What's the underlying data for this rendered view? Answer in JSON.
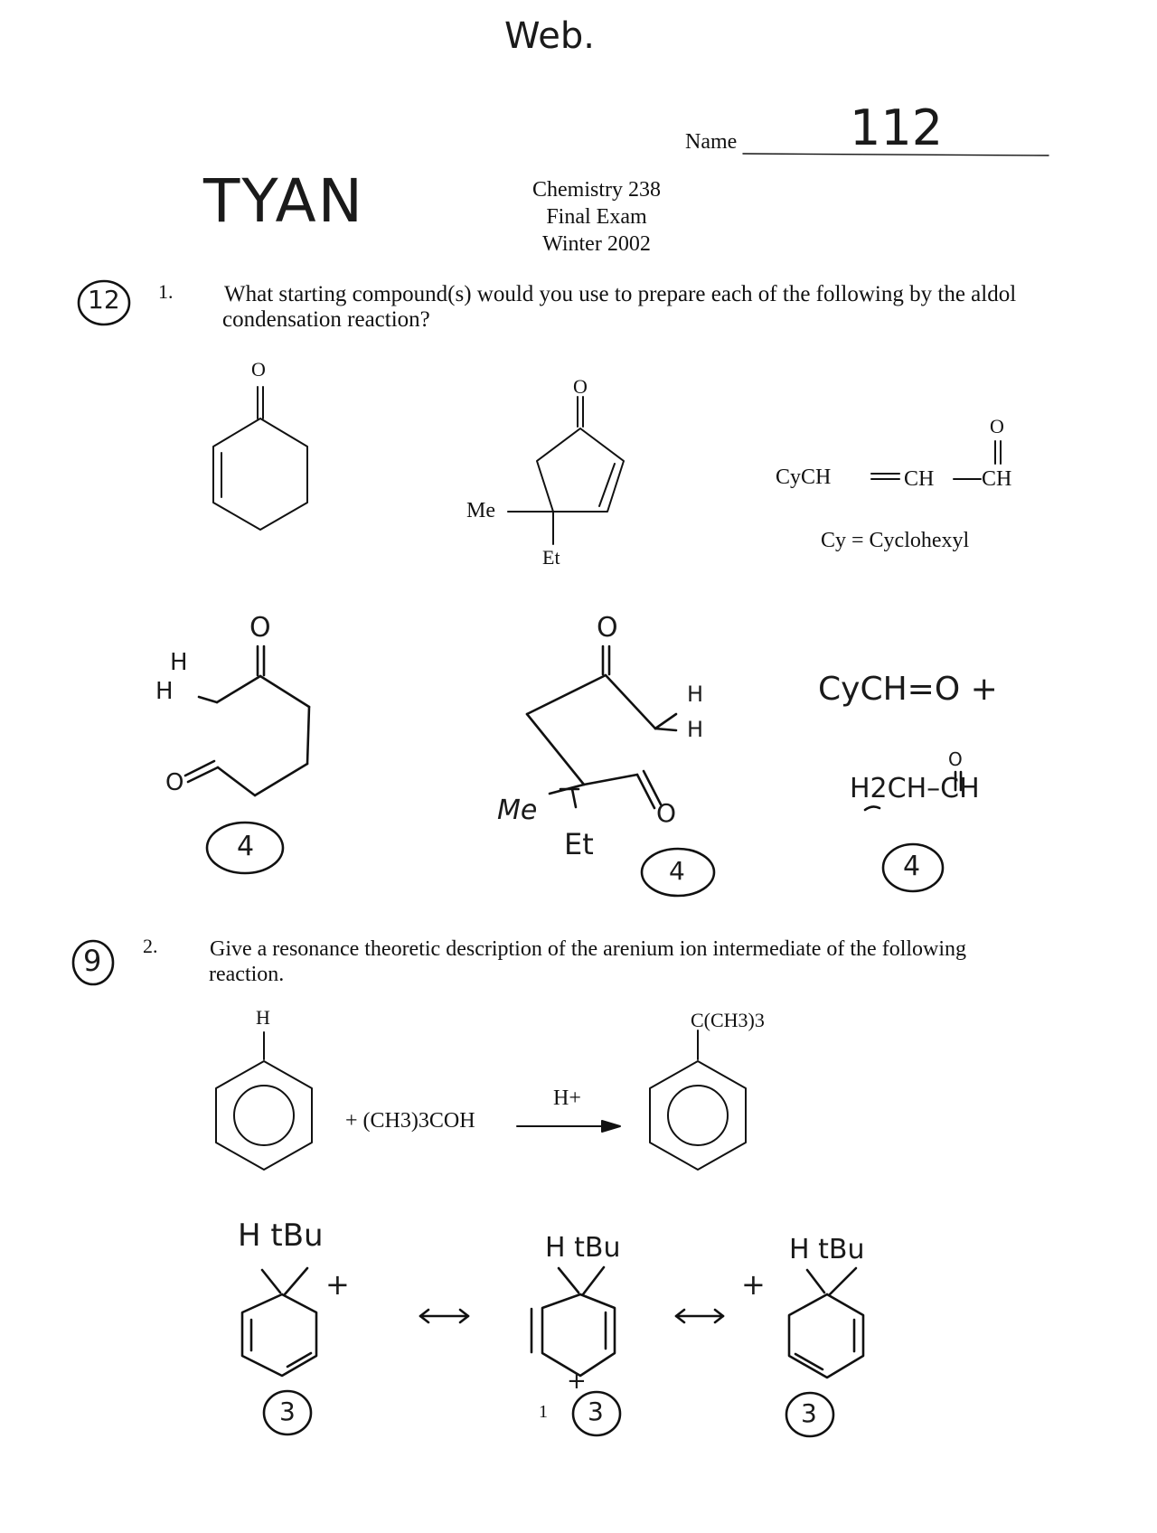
{
  "header": {
    "web_note": "Web.",
    "name_label": "Name",
    "name_value": "112",
    "student_name": "TYAN",
    "course": "Chemistry 238",
    "exam": "Final Exam",
    "term": "Winter 2002"
  },
  "question1": {
    "score": "12",
    "number": "1.",
    "text_line1": "What starting compound(s) would you use to prepare each of the following by the aldol",
    "text_line2": "condensation reaction?",
    "struct_a_O": "O",
    "struct_b_O": "O",
    "struct_b_me": "Me",
    "struct_b_et": "Et",
    "struct_c_O": "O",
    "struct_c_left": "CyCH",
    "struct_c_ch1": "CH",
    "struct_c_ch2": "CH",
    "struct_c_note": "Cy = Cyclohexyl",
    "ans_a_O": "O",
    "ans_a_O2": "O",
    "ans_a_h1": "H",
    "ans_a_h2": "H",
    "ans_a_score": "4",
    "ans_b_O": "O",
    "ans_b_O2": "O",
    "ans_b_h1": "H",
    "ans_b_h2": "H",
    "ans_b_me": "Me",
    "ans_b_et": "Et",
    "ans_b_score": "4",
    "ans_c_line1": "CyCH=O +",
    "ans_c_O": "O",
    "ans_c_line2": "H2CH–CH",
    "ans_c_score": "4"
  },
  "question2": {
    "score": "9",
    "number": "2.",
    "text_line1": "Give a resonance theoretic description of the arenium ion intermediate of the following",
    "text_line2": "reaction.",
    "reactant_H": "H",
    "reagent": "+ (CH3)3COH",
    "catalyst": "H+",
    "product_sub": "C(CH3)3",
    "res1_label": "H  tBu",
    "res1_plus": "+",
    "res1_score": "3",
    "res2_label": "H  tBu",
    "res2_plus": "+",
    "res2_score": "3",
    "res2_margin": "1",
    "res3_label": "H  tBu",
    "res3_plus": "+",
    "res3_score": "3",
    "resonance_arrow": "↔"
  }
}
